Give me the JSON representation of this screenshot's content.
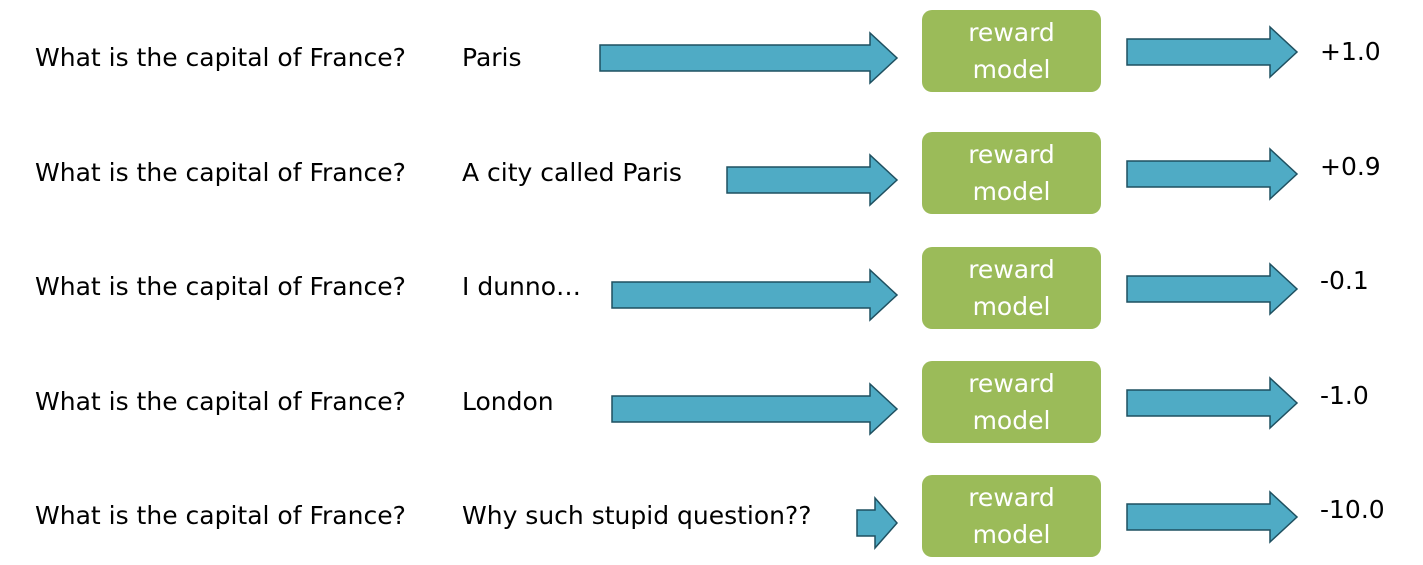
{
  "colors": {
    "arrow_fill": "#4FABC5",
    "arrow_stroke": "#1F5060",
    "box_fill": "#9BBB59",
    "box_text": "#FFFFFF",
    "text": "#000000"
  },
  "reward_model": {
    "line1": "reward",
    "line2": "model"
  },
  "rows": [
    {
      "question": "What is the capital of France?",
      "answer": "Paris",
      "score": "+1.0"
    },
    {
      "question": "What is the capital of France?",
      "answer": "A city called Paris",
      "score": "+0.9"
    },
    {
      "question": "What is the capital of France?",
      "answer": "I dunno…",
      "score": "-0.1"
    },
    {
      "question": "What is the capital of France?",
      "answer": "London",
      "score": "-1.0"
    },
    {
      "question": "What is the capital of France?",
      "answer": "Why such stupid question??",
      "score": "-10.0"
    }
  ]
}
